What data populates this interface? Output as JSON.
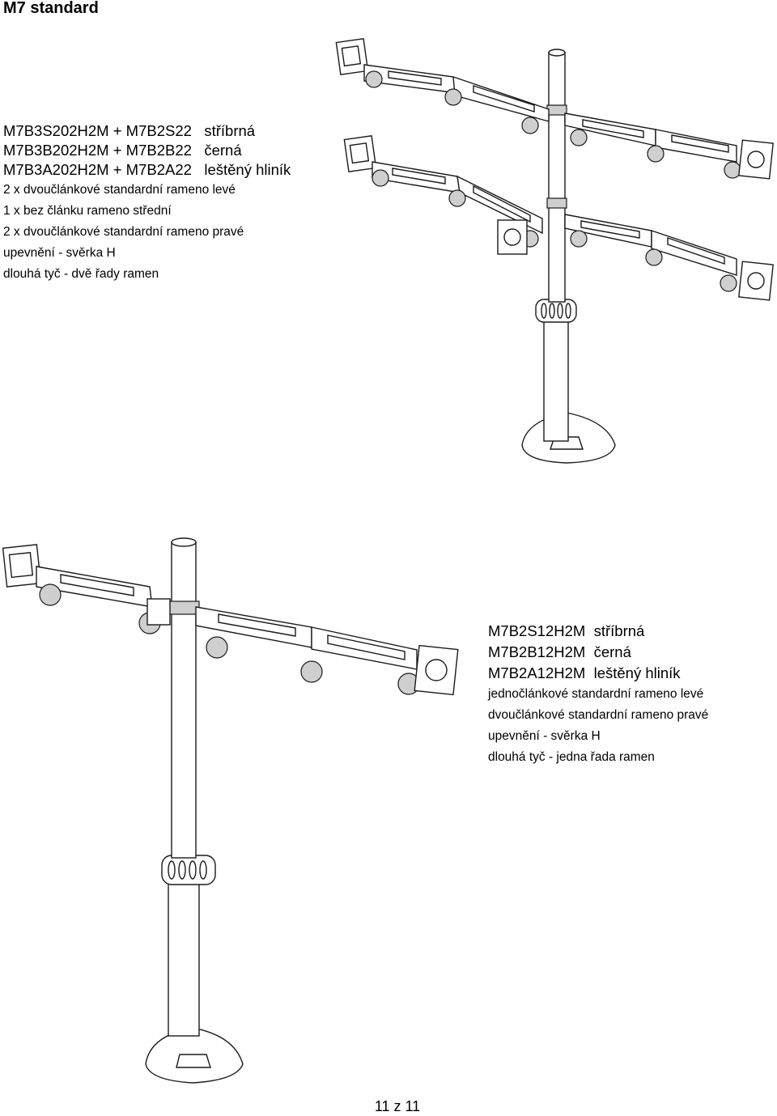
{
  "page_title": "M7 standard",
  "block1": {
    "codes": [
      {
        "code": "M7B3S202H2M + M7B2S22",
        "finish": "stříbrná"
      },
      {
        "code": "M7B3B202H2M + M7B2B22",
        "finish": "černá"
      },
      {
        "code": "M7B3A202H2M + M7B2A22",
        "finish": "leštěný hliník"
      }
    ],
    "lines": [
      "2 x dvoučlánkové standardní rameno levé",
      "1 x bez článku rameno střední",
      "2 x dvoučlánkové standardní rameno pravé",
      "upevnění - svěrka H",
      "dlouhá tyč - dvě řady ramen"
    ]
  },
  "block2": {
    "codes": [
      {
        "code": "M7B2S12H2M",
        "finish": "stříbrná"
      },
      {
        "code": "M7B2B12H2M",
        "finish": "černá"
      },
      {
        "code": "M7B2A12H2M",
        "finish": "leštěný hliník"
      }
    ],
    "lines": [
      "jednočlánkové standardní rameno levé",
      "dvoučlánkové standardní rameno pravé",
      "upevnění - svěrka H",
      "dlouhá tyč - jedna řada ramen"
    ]
  },
  "footer": {
    "page_number": "11 z 11"
  }
}
